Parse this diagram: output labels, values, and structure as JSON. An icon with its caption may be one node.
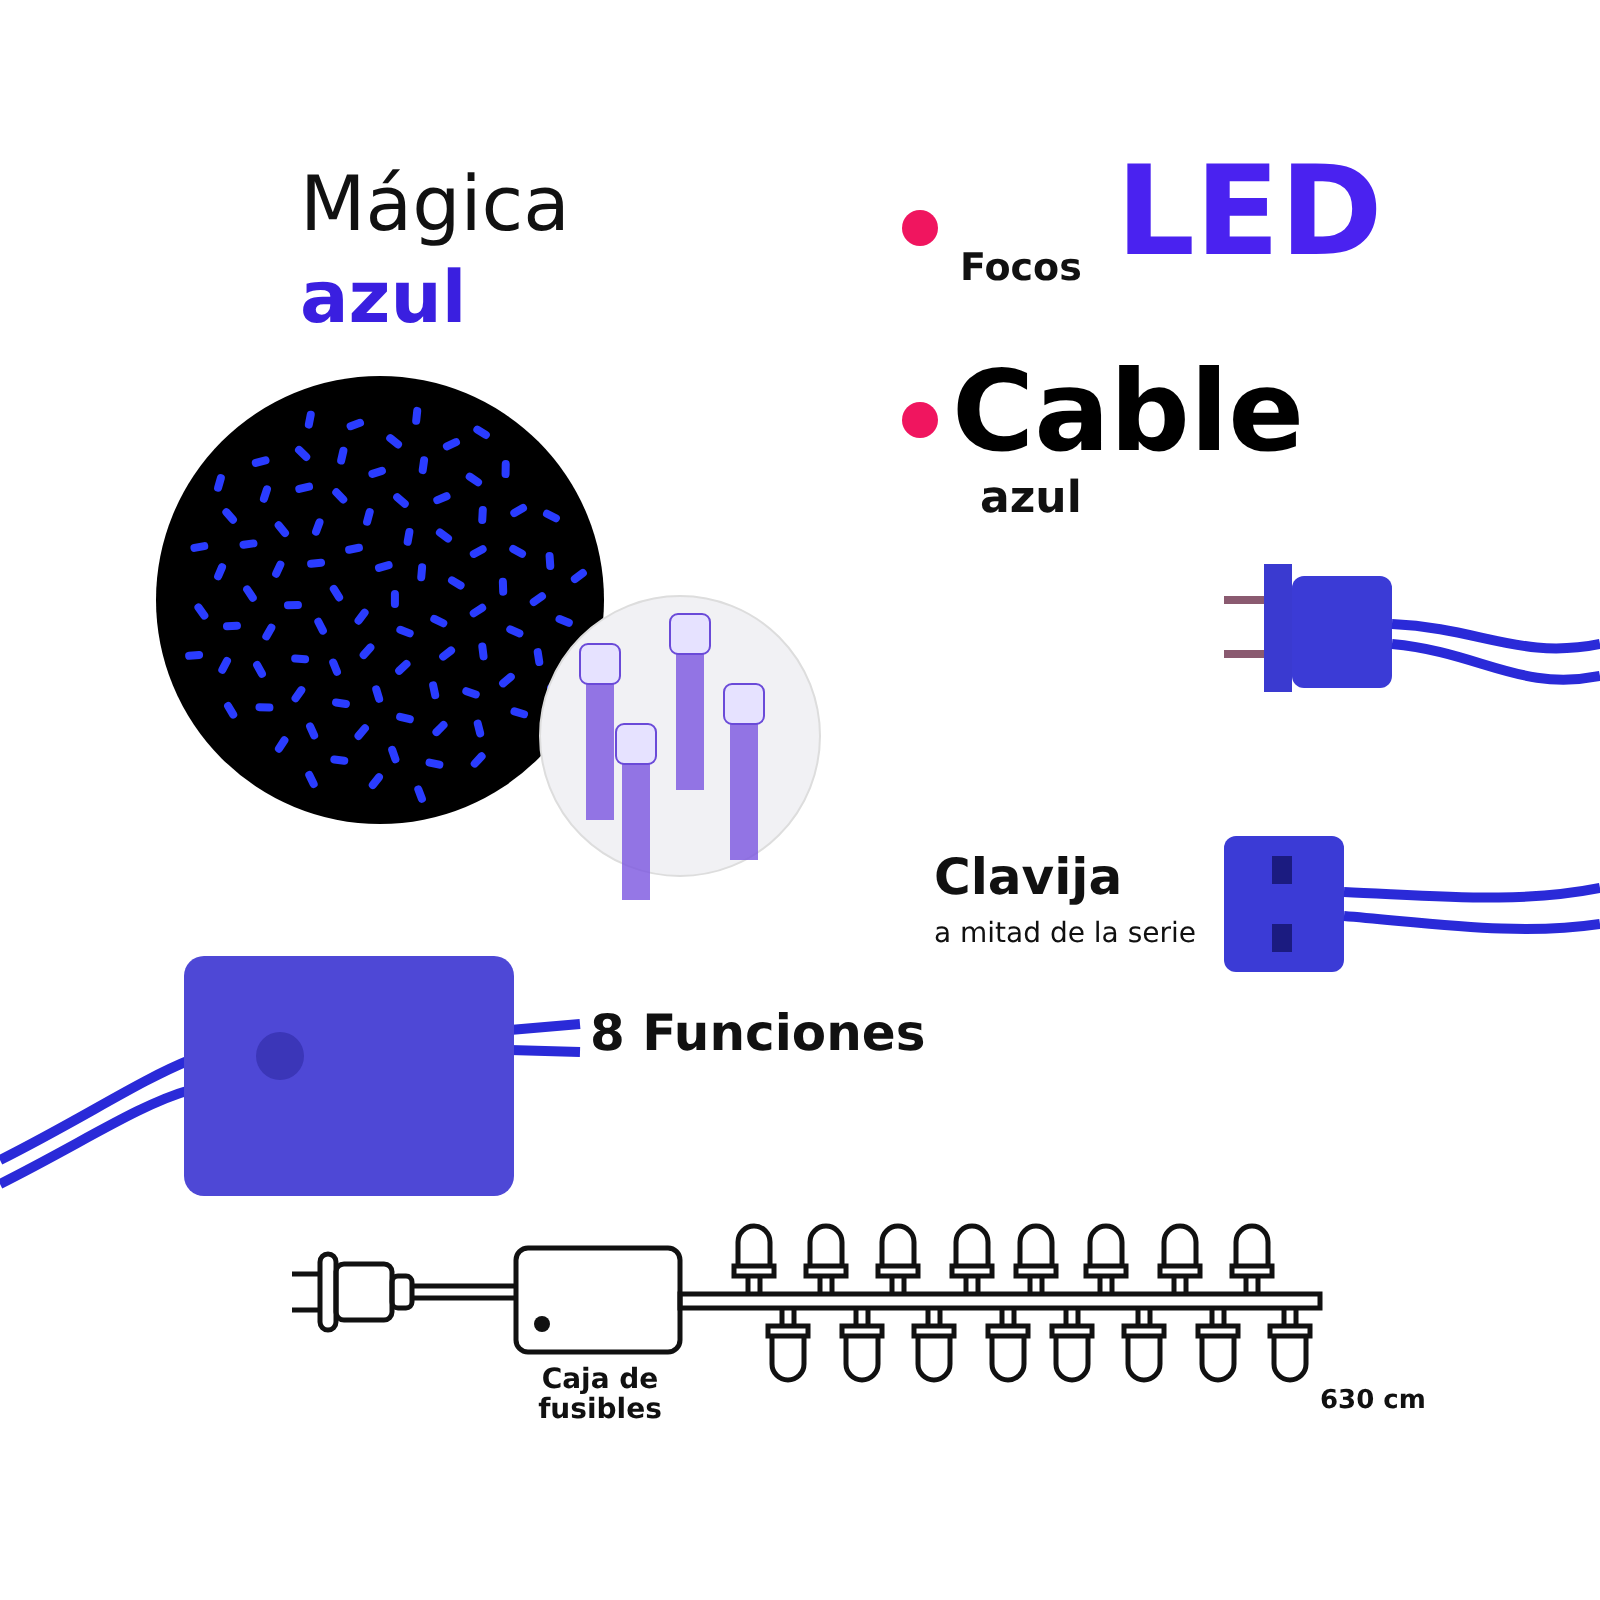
{
  "diagram": {
    "labels": [
      "Mágica",
      "azul",
      "Focos",
      "LED",
      "Cable",
      "azul",
      "Clavija",
      "a mitad de la serie",
      "8 Funciones",
      "Caja de fusibles",
      "630 cm"
    ]
  }
}
